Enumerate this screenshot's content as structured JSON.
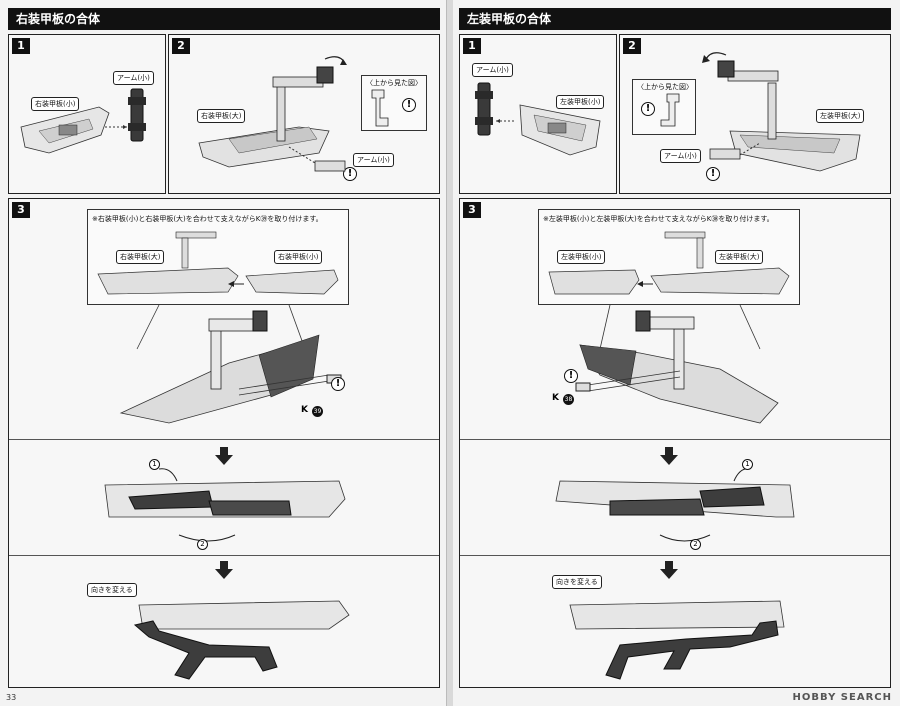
{
  "left_page": {
    "title": "右装甲板の合体",
    "page_number": "33",
    "step1": {
      "number": "1",
      "labels": [
        "アーム(小)",
        "右装甲板(小)"
      ]
    },
    "step2": {
      "number": "2",
      "labels": [
        "右装甲板(大)",
        "〈上から見た図〉",
        "アーム(小)"
      ]
    },
    "step3": {
      "number": "3",
      "note": "※右装甲板(小)と右装甲板(大)を合わせて支えながらK㊴を取り付けます。",
      "labels": [
        "右装甲板(大)",
        "右装甲板(小)"
      ],
      "part_letter": "K",
      "part_number": "39",
      "sub_step_1": "1",
      "sub_step_2": "2",
      "turn_label": "向きを変える"
    }
  },
  "right_page": {
    "title": "左装甲板の合体",
    "step1": {
      "number": "1",
      "labels": [
        "アーム(小)",
        "左装甲板(小)"
      ]
    },
    "step2": {
      "number": "2",
      "labels": [
        "〈上から見た図〉",
        "左装甲板(大)",
        "アーム(小)"
      ]
    },
    "step3": {
      "number": "3",
      "note": "※左装甲板(小)と左装甲板(大)を合わせて支えながらK㊳を取り付けます。",
      "labels": [
        "左装甲板(小)",
        "左装甲板(大)"
      ],
      "part_letter": "K",
      "part_number": "38",
      "sub_step_1": "1",
      "sub_step_2": "2",
      "turn_label": "向きを変える"
    }
  },
  "watermark": "HOBBY SEARCH",
  "warning_glyph": "!"
}
